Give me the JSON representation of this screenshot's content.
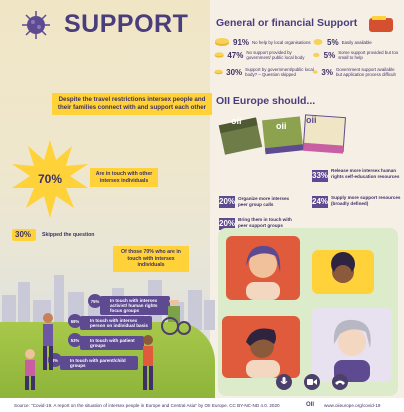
{
  "title": "SUPPORT",
  "intro_callout": "Despite the travel restrictions intersex people and their families connect with and support each other",
  "sun_stat": {
    "value": "70%",
    "label": "Are in touch with other intersex individuals"
  },
  "skipped_stat": {
    "value": "30%",
    "label": "Skipped the question"
  },
  "of_those": "Of those 70% who are in touch with intersex individuals",
  "breakdown": [
    {
      "value": "75%",
      "label": "In touch with intersex activist/ human rights focus groups"
    },
    {
      "value": "68%",
      "label": "In touch with intersex person on individual basis"
    },
    {
      "value": "53%",
      "label": "In touch with patient groups"
    },
    {
      "value": "8%",
      "label": "In touch with parent/child groups"
    }
  ],
  "financial": {
    "heading": "General or financial Support",
    "left": [
      {
        "value": "91%",
        "label": "No help by local organisations"
      },
      {
        "value": "47%",
        "label": "No support provided by government/ public local body"
      },
      {
        "value": "30%",
        "label": "Support by government/public local body? – Question skipped"
      }
    ],
    "right": [
      {
        "value": "5%",
        "label": "Easily available"
      },
      {
        "value": "5%",
        "label": "Some support provided but too small to help"
      },
      {
        "value": "3%",
        "label": "Government support available but application process difficult"
      }
    ]
  },
  "oii": {
    "heading": "OII Europe should...",
    "book_logo": "oii",
    "items": [
      {
        "value": "33%",
        "label": "Release more intersex human rights self-education resources"
      },
      {
        "value": "20%",
        "label": "Organize more intersex peer group calls"
      },
      {
        "value": "24%",
        "label": "Supply more support resources (broadly defined)"
      },
      {
        "value": "20%",
        "label": "Bring them in touch with peer support groups"
      }
    ]
  },
  "source": {
    "text": "Source: \"Covid-19. A report on the situation of intersex people in Europe and Central Asia\" by OII Europe. CC BY-NC-ND 4.0. 2020",
    "logo": "OII",
    "url": "www.oiieurope.org/covid-19"
  },
  "colors": {
    "purple": "#5e4a91",
    "yellow": "#ffd23a",
    "dark": "#3d3165",
    "green": "#9cc045"
  }
}
